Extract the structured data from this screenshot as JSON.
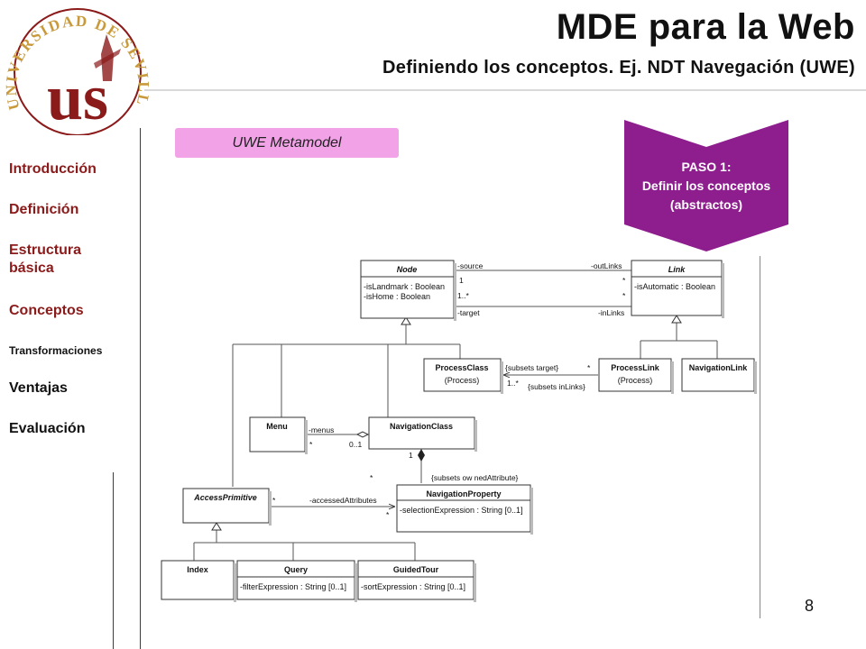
{
  "header": {
    "title": "MDE para la Web",
    "subtitle": "Definiendo los conceptos. Ej. NDT Navegación (UWE)"
  },
  "logo": {
    "ring_text": "UNIVERSIDAD DE SEVILLA",
    "monogram": "us",
    "colors": {
      "ring": "#8b1a1a",
      "ring_text": "#c89a3c"
    }
  },
  "nav": {
    "items": [
      {
        "label": "Introducción",
        "active": false
      },
      {
        "label": "Definición",
        "active": false
      },
      {
        "label": "Estructura básica",
        "active": false
      },
      {
        "label": "Conceptos",
        "active": true
      },
      {
        "label": "Transformaciones",
        "active": false
      },
      {
        "label": "Ventajas",
        "active": false
      },
      {
        "label": "Evaluación",
        "active": false
      }
    ],
    "colors": {
      "accent": "#8b1a1a",
      "text": "#111111"
    }
  },
  "pill": {
    "label": "UWE Metamodel",
    "color": "#f2a2e6"
  },
  "step": {
    "line1": "PASO 1:",
    "line2": "Definir los conceptos",
    "line3": "(abstractos)",
    "color": "#8e1e8e"
  },
  "diagram": {
    "classes": {
      "node": {
        "name": "Node",
        "attrs": [
          "-isLandmark : Boolean",
          "-isHome : Boolean"
        ]
      },
      "link": {
        "name": "Link",
        "attrs": [
          "-isAutomatic : Boolean"
        ]
      },
      "processClass": {
        "name": "ProcessClass",
        "stereo": "(Process)"
      },
      "processLink": {
        "name": "ProcessLink",
        "stereo": "(Process)"
      },
      "navigationLink": {
        "name": "NavigationLink"
      },
      "menu": {
        "name": "Menu"
      },
      "navigationClass": {
        "name": "NavigationClass"
      },
      "accessPrimitive": {
        "name": "AccessPrimitive"
      },
      "navigationProperty": {
        "name": "NavigationProperty",
        "attrs": [
          "-selectionExpression : String [0..1]"
        ]
      },
      "index": {
        "name": "Index"
      },
      "query": {
        "name": "Query",
        "attrs": [
          "-filterExpression : String [0..1]"
        ]
      },
      "guidedTour": {
        "name": "GuidedTour",
        "attrs": [
          "-sortExpression : String [0..1]"
        ]
      }
    },
    "labels": {
      "source": "-source",
      "outLinks": "-outLinks",
      "target": "-target",
      "inLinks": "-inLinks",
      "one": "1",
      "oneStar": "1..*",
      "star": "*",
      "subsetsTarget": "{subsets target}",
      "subsetsInLinks": "{subsets inLinks}",
      "menus": "-menus",
      "zeroOne": "0..1",
      "subsetsOwned": "{subsets ow nedAttribute}",
      "accessedAttributes": "-accessedAttributes"
    }
  },
  "page": {
    "number": "8"
  }
}
